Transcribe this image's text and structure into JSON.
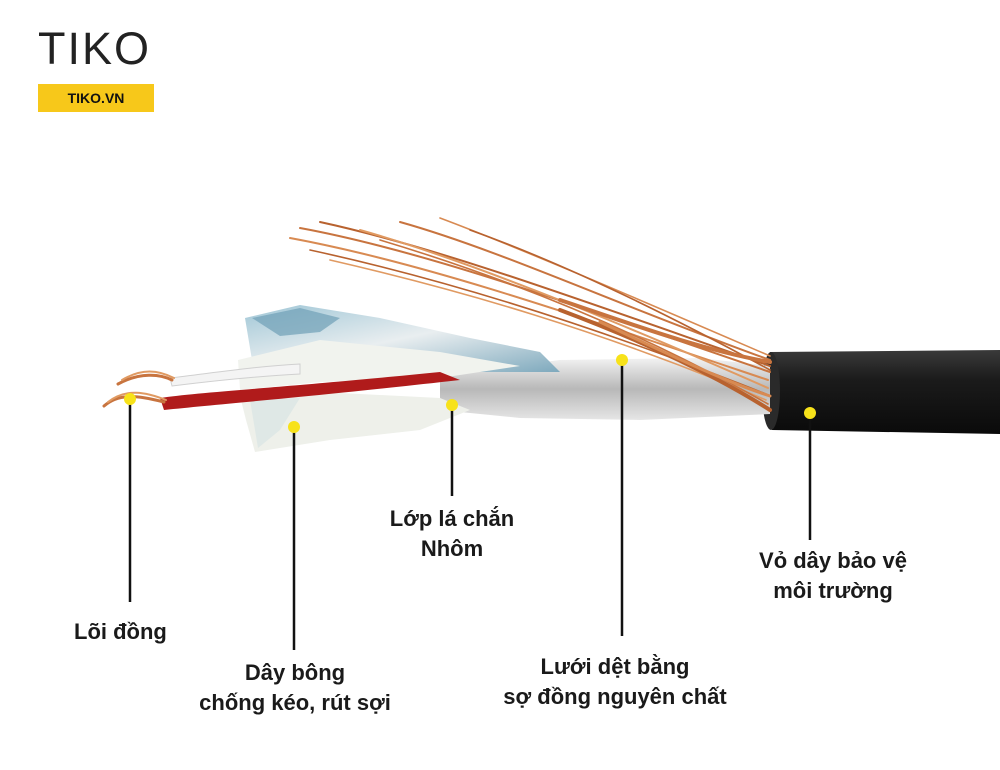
{
  "brand": {
    "name": "TIKO",
    "site": "TIKO.VN"
  },
  "colors": {
    "accent": "#f7c81a",
    "line": "#111111",
    "copper": "#c8743f",
    "jacket": "#161616"
  },
  "callouts": [
    {
      "id": "core",
      "lines": [
        "Lõi đồng"
      ]
    },
    {
      "id": "cotton",
      "lines": [
        "Dây bông",
        "chống kéo, rút sợi"
      ]
    },
    {
      "id": "foil",
      "lines": [
        "Lớp lá chắn",
        "Nhôm"
      ]
    },
    {
      "id": "braid",
      "lines": [
        "Lưới dệt bằng",
        "sợ đồng nguyên chất"
      ]
    },
    {
      "id": "jacket",
      "lines": [
        "Vỏ dây bảo vệ",
        "môi trường"
      ]
    }
  ]
}
